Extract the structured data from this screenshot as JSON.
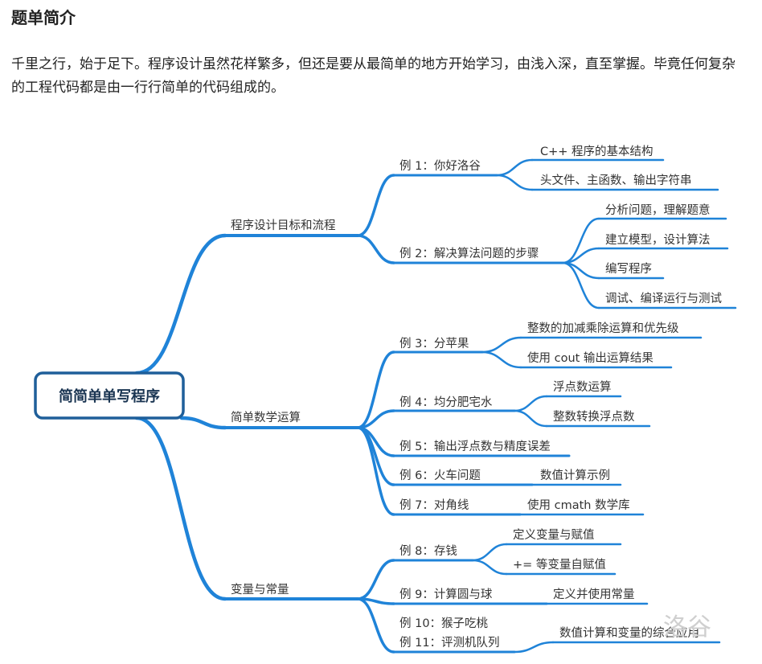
{
  "header": {
    "title": "题单简介",
    "intro": "千里之行，始于足下。程序设计虽然花样繁多，但还是要从最简单的地方开始学习，由浅入深，直至掌握。毕竟任何复杂的工程代码都是由一行行简单的代码组成的。"
  },
  "mindmap": {
    "root": "简简单单写程序",
    "main_branches": [
      "程序设计目标和流程",
      "简单数学运算",
      "变量与常量"
    ],
    "examples": [
      "例 1：你好洛谷",
      "例 2：解决算法问题的步骤",
      "例 3：分苹果",
      "例 4：均分肥宅水",
      "例 5：输出浮点数与精度误差",
      "例 6：火车问题",
      "例 7：对角线",
      "例 8：存钱",
      "例 9：计算圆与球",
      "例 10：猴子吃桃",
      "例 11：评测机队列"
    ],
    "details": [
      "C++ 程序的基本结构",
      "头文件、主函数、输出字符串",
      "分析问题，理解题意",
      "建立模型，设计算法",
      "编写程序",
      "调试、编译运行与测试",
      "整数的加减乘除运算和优先级",
      "使用 cout 输出运算结果",
      "浮点数运算",
      "整数转换浮点数",
      "数值计算示例",
      "使用 cmath 数学库",
      "定义变量与赋值",
      "+= 等变量自赋值",
      "定义并使用常量",
      "数值计算和变量的综合应用"
    ]
  },
  "watermark": "洛谷",
  "colors": {
    "branch": "#1f83d8",
    "root_border": "#1f5f9a",
    "root_text": "#1a3552",
    "text": "#333333",
    "watermark": "#cfcfcf"
  }
}
